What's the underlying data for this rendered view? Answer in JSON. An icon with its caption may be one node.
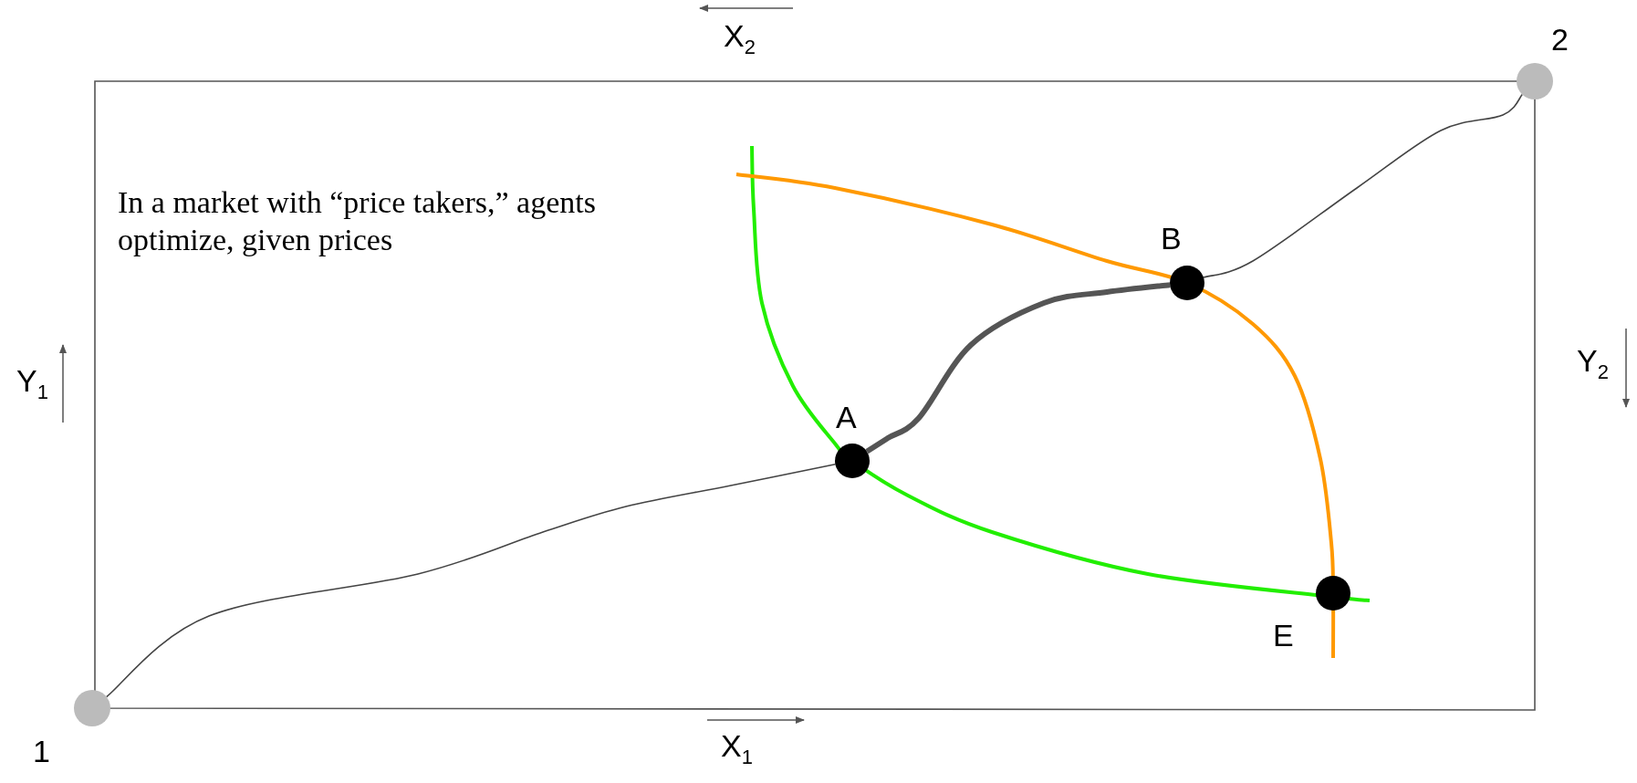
{
  "diagram": {
    "nodes": [
      {
        "text": [],
        "shape": "circle",
        "beside": [
          "1"
        ]
      },
      {
        "text": [],
        "shape": "circle",
        "beside": [
          "2"
        ]
      },
      {
        "text": [],
        "shape": "circle",
        "beside": [
          "A"
        ]
      },
      {
        "text": [],
        "shape": "circle",
        "beside": [
          "B"
        ]
      },
      {
        "text": [],
        "shape": "circle",
        "beside": [
          "E"
        ]
      }
    ],
    "edges": [
      {
        "from": 0,
        "to": 2,
        "arrow": "none"
      },
      {
        "from": 2,
        "to": 3,
        "arrow": "none",
        "style": "thick"
      },
      {
        "from": 3,
        "to": 1,
        "arrow": "none"
      }
    ],
    "labels": [
      "X$_{2}$",
      "In a market with “price takers,” agents optimize, given prices",
      "Y$_{1}$",
      "Y$_{2}$",
      "X$_{1}$"
    ]
  }
}
